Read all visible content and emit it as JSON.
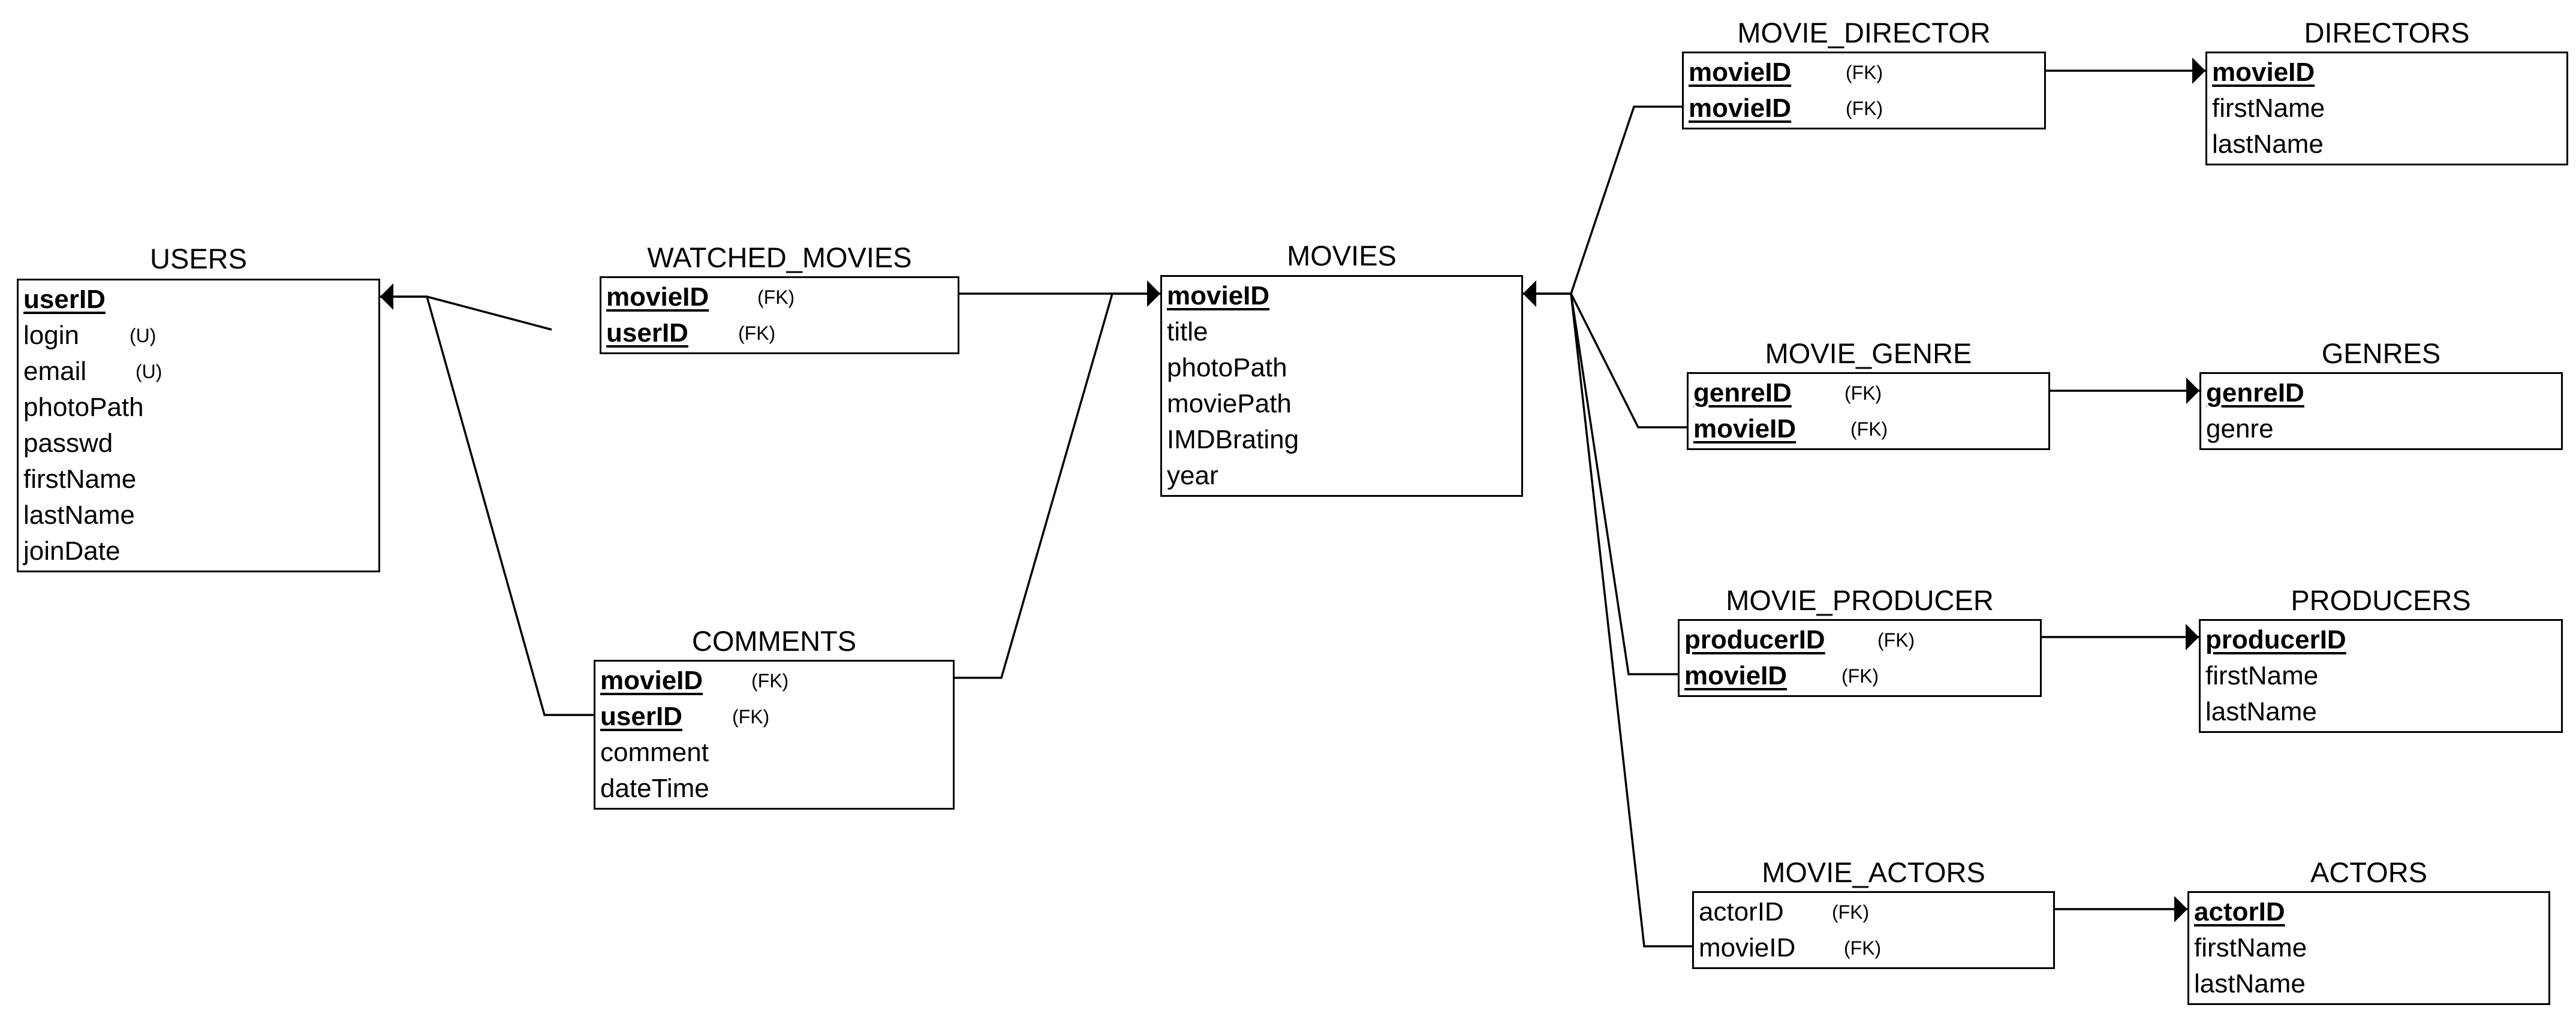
{
  "tables": [
    {
      "id": "users",
      "title": "USERS",
      "rows": [
        {
          "name": "userID",
          "key": true,
          "tag": ""
        },
        {
          "name": "login",
          "key": false,
          "tag": "(U)"
        },
        {
          "name": "email",
          "key": false,
          "tag": "(U)"
        },
        {
          "name": "photoPath",
          "key": false,
          "tag": ""
        },
        {
          "name": "passwd",
          "key": false,
          "tag": ""
        },
        {
          "name": "firstName",
          "key": false,
          "tag": ""
        },
        {
          "name": "lastName",
          "key": false,
          "tag": ""
        },
        {
          "name": "joinDate",
          "key": false,
          "tag": ""
        }
      ]
    },
    {
      "id": "watched",
      "title": "WATCHED_MOVIES",
      "rows": [
        {
          "name": "movieID",
          "key": true,
          "tag": "(FK)"
        },
        {
          "name": "userID",
          "key": true,
          "tag": "(FK)"
        }
      ]
    },
    {
      "id": "comments",
      "title": "COMMENTS",
      "rows": [
        {
          "name": "movieID",
          "key": true,
          "tag": "(FK)"
        },
        {
          "name": "userID",
          "key": true,
          "tag": "(FK)"
        },
        {
          "name": "comment",
          "key": false,
          "tag": ""
        },
        {
          "name": "dateTime",
          "key": false,
          "tag": ""
        }
      ]
    },
    {
      "id": "movies",
      "title": "MOVIES",
      "rows": [
        {
          "name": "movieID",
          "key": true,
          "tag": ""
        },
        {
          "name": "title",
          "key": false,
          "tag": ""
        },
        {
          "name": "photoPath",
          "key": false,
          "tag": ""
        },
        {
          "name": "moviePath",
          "key": false,
          "tag": ""
        },
        {
          "name": "IMDBrating",
          "key": false,
          "tag": ""
        },
        {
          "name": "year",
          "key": false,
          "tag": ""
        }
      ]
    },
    {
      "id": "movie_director",
      "title": "MOVIE_DIRECTOR",
      "rows": [
        {
          "name": "movieID",
          "key": true,
          "tag": "(FK)"
        },
        {
          "name": "movieID",
          "key": true,
          "tag": "(FK)"
        }
      ]
    },
    {
      "id": "directors",
      "title": "DIRECTORS",
      "rows": [
        {
          "name": "movieID",
          "key": true,
          "tag": ""
        },
        {
          "name": "firstName",
          "key": false,
          "tag": ""
        },
        {
          "name": "lastName",
          "key": false,
          "tag": ""
        }
      ]
    },
    {
      "id": "movie_genre",
      "title": "MOVIE_GENRE",
      "rows": [
        {
          "name": "genreID",
          "key": true,
          "tag": "(FK)"
        },
        {
          "name": "movieID",
          "key": true,
          "tag": "(FK)"
        }
      ]
    },
    {
      "id": "genres",
      "title": "GENRES",
      "rows": [
        {
          "name": "genreID",
          "key": true,
          "tag": ""
        },
        {
          "name": "genre",
          "key": false,
          "tag": ""
        }
      ]
    },
    {
      "id": "movie_producer",
      "title": "MOVIE_PRODUCER",
      "rows": [
        {
          "name": "producerID",
          "key": true,
          "tag": "(FK)"
        },
        {
          "name": "movieID",
          "key": true,
          "tag": "(FK)"
        }
      ]
    },
    {
      "id": "producers",
      "title": "PRODUCERS",
      "rows": [
        {
          "name": "producerID",
          "key": true,
          "tag": ""
        },
        {
          "name": "firstName",
          "key": false,
          "tag": ""
        },
        {
          "name": "lastName",
          "key": false,
          "tag": ""
        }
      ]
    },
    {
      "id": "movie_actors",
      "title": "MOVIE_ACTORS",
      "rows": [
        {
          "name": "actorID",
          "key": false,
          "tag": "(FK)"
        },
        {
          "name": "movieID",
          "key": false,
          "tag": "(FK)"
        }
      ]
    },
    {
      "id": "actors",
      "title": "ACTORS",
      "rows": [
        {
          "name": "actorID",
          "key": true,
          "tag": ""
        },
        {
          "name": "firstName",
          "key": false,
          "tag": ""
        },
        {
          "name": "lastName",
          "key": false,
          "tag": ""
        }
      ]
    }
  ],
  "relationships": [
    {
      "from": "watched",
      "to": "users"
    },
    {
      "from": "comments",
      "to": "users"
    },
    {
      "from": "watched",
      "to": "movies"
    },
    {
      "from": "comments",
      "to": "movies"
    },
    {
      "from": "movie_director",
      "to": "movies"
    },
    {
      "from": "movie_genre",
      "to": "movies"
    },
    {
      "from": "movie_producer",
      "to": "movies"
    },
    {
      "from": "movie_actors",
      "to": "movies"
    },
    {
      "from": "movie_director",
      "to": "directors"
    },
    {
      "from": "movie_genre",
      "to": "genres"
    },
    {
      "from": "movie_producer",
      "to": "producers"
    },
    {
      "from": "movie_actors",
      "to": "actors"
    }
  ],
  "colors": {
    "line": "#000000",
    "background": "#ffffff"
  }
}
